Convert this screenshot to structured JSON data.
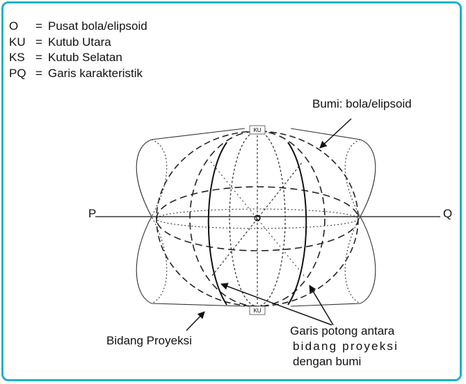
{
  "legend": [
    {
      "key": "O",
      "eq": "=",
      "desc": "Pusat bola/elipsoid"
    },
    {
      "key": "KU",
      "eq": "=",
      "desc": "Kutub Utara"
    },
    {
      "key": "KS",
      "eq": "=",
      "desc": "Kutub Selatan"
    },
    {
      "key": "PQ",
      "eq": "=",
      "desc": "Garis karakteristik"
    }
  ],
  "labels": {
    "earth": "Bumi: bola/elipsoid",
    "p": "P",
    "q": "Q",
    "o": "O",
    "ku_top": "KU",
    "ku_bottom": "KU",
    "projection_plane": "Bidang Proyeksi",
    "intersection_1": "Garis potong antara",
    "intersection_2": "bidang proyeksi",
    "intersection_3": "dengan bumi"
  },
  "colors": {
    "border": "#1ab3c4",
    "ink": "#111111"
  }
}
